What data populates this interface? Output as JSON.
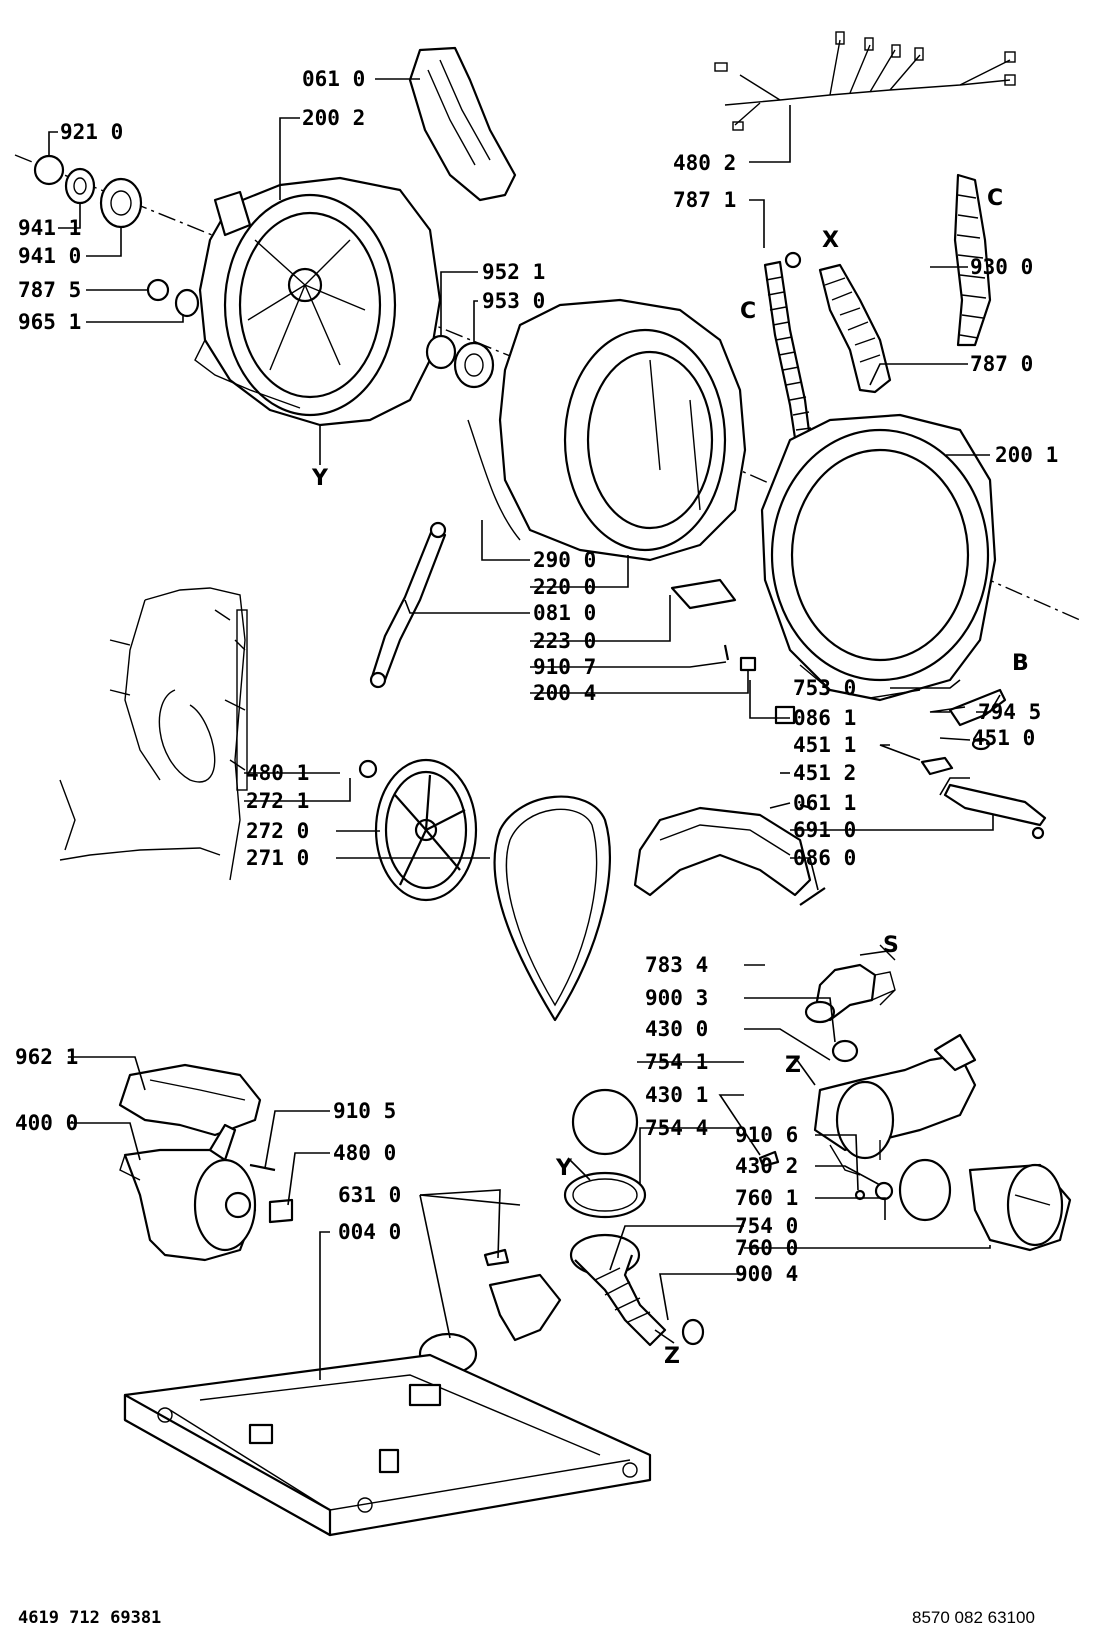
{
  "parts": [
    {
      "id": "p0610",
      "label": "061 0"
    },
    {
      "id": "p2002",
      "label": "200 2"
    },
    {
      "id": "p9210",
      "label": "921 0"
    },
    {
      "id": "p9411",
      "label": "941 1"
    },
    {
      "id": "p9410",
      "label": "941 0"
    },
    {
      "id": "p7875",
      "label": "787 5"
    },
    {
      "id": "p9651",
      "label": "965 1"
    },
    {
      "id": "p9521",
      "label": "952 1"
    },
    {
      "id": "p9530",
      "label": "953 0"
    },
    {
      "id": "p4802",
      "label": "480 2"
    },
    {
      "id": "p7871",
      "label": "787 1"
    },
    {
      "id": "p9300",
      "label": "930 0"
    },
    {
      "id": "p7870",
      "label": "787 0"
    },
    {
      "id": "p2001",
      "label": "200 1"
    },
    {
      "id": "p2900",
      "label": "290 0"
    },
    {
      "id": "p2200",
      "label": "220 0"
    },
    {
      "id": "p0810",
      "label": "081 0"
    },
    {
      "id": "p2230",
      "label": "223 0"
    },
    {
      "id": "p9107",
      "label": "910 7"
    },
    {
      "id": "p2004",
      "label": "200 4"
    },
    {
      "id": "p7530",
      "label": "753 0"
    },
    {
      "id": "p0861",
      "label": "086 1"
    },
    {
      "id": "p7945",
      "label": "794 5"
    },
    {
      "id": "p4511",
      "label": "451 1"
    },
    {
      "id": "p4510",
      "label": "451 0"
    },
    {
      "id": "p4512",
      "label": "451 2"
    },
    {
      "id": "p0611",
      "label": "061 1"
    },
    {
      "id": "p6910",
      "label": "691 0"
    },
    {
      "id": "p0860",
      "label": "086 0"
    },
    {
      "id": "p4801",
      "label": "480 1"
    },
    {
      "id": "p2721",
      "label": "272 1"
    },
    {
      "id": "p2720",
      "label": "272 0"
    },
    {
      "id": "p2710",
      "label": "271 0"
    },
    {
      "id": "p7834",
      "label": "783 4"
    },
    {
      "id": "p9003",
      "label": "900 3"
    },
    {
      "id": "p4300",
      "label": "430 0"
    },
    {
      "id": "p7541",
      "label": "754 1"
    },
    {
      "id": "p4301",
      "label": "430 1"
    },
    {
      "id": "p7544",
      "label": "754 4"
    },
    {
      "id": "p9106",
      "label": "910 6"
    },
    {
      "id": "p4302",
      "label": "430 2"
    },
    {
      "id": "p7601",
      "label": "760 1"
    },
    {
      "id": "p7540",
      "label": "754 0"
    },
    {
      "id": "p7600",
      "label": "760 0"
    },
    {
      "id": "p9004",
      "label": "900 4"
    },
    {
      "id": "p9621",
      "label": "962 1"
    },
    {
      "id": "p4000",
      "label": "400 0"
    },
    {
      "id": "p9105",
      "label": "910 5"
    },
    {
      "id": "p4800",
      "label": "480 0"
    },
    {
      "id": "p6310",
      "label": "631 0"
    },
    {
      "id": "p0040",
      "label": "004 0"
    }
  ],
  "markers": {
    "c1": "C",
    "c2": "C",
    "x": "X",
    "y1": "Y",
    "y2": "Y",
    "b": "B",
    "s": "S",
    "z1": "Z",
    "z2": "Z"
  },
  "footer": {
    "left": "4619 712 69381",
    "right": "8570 082 63100"
  }
}
